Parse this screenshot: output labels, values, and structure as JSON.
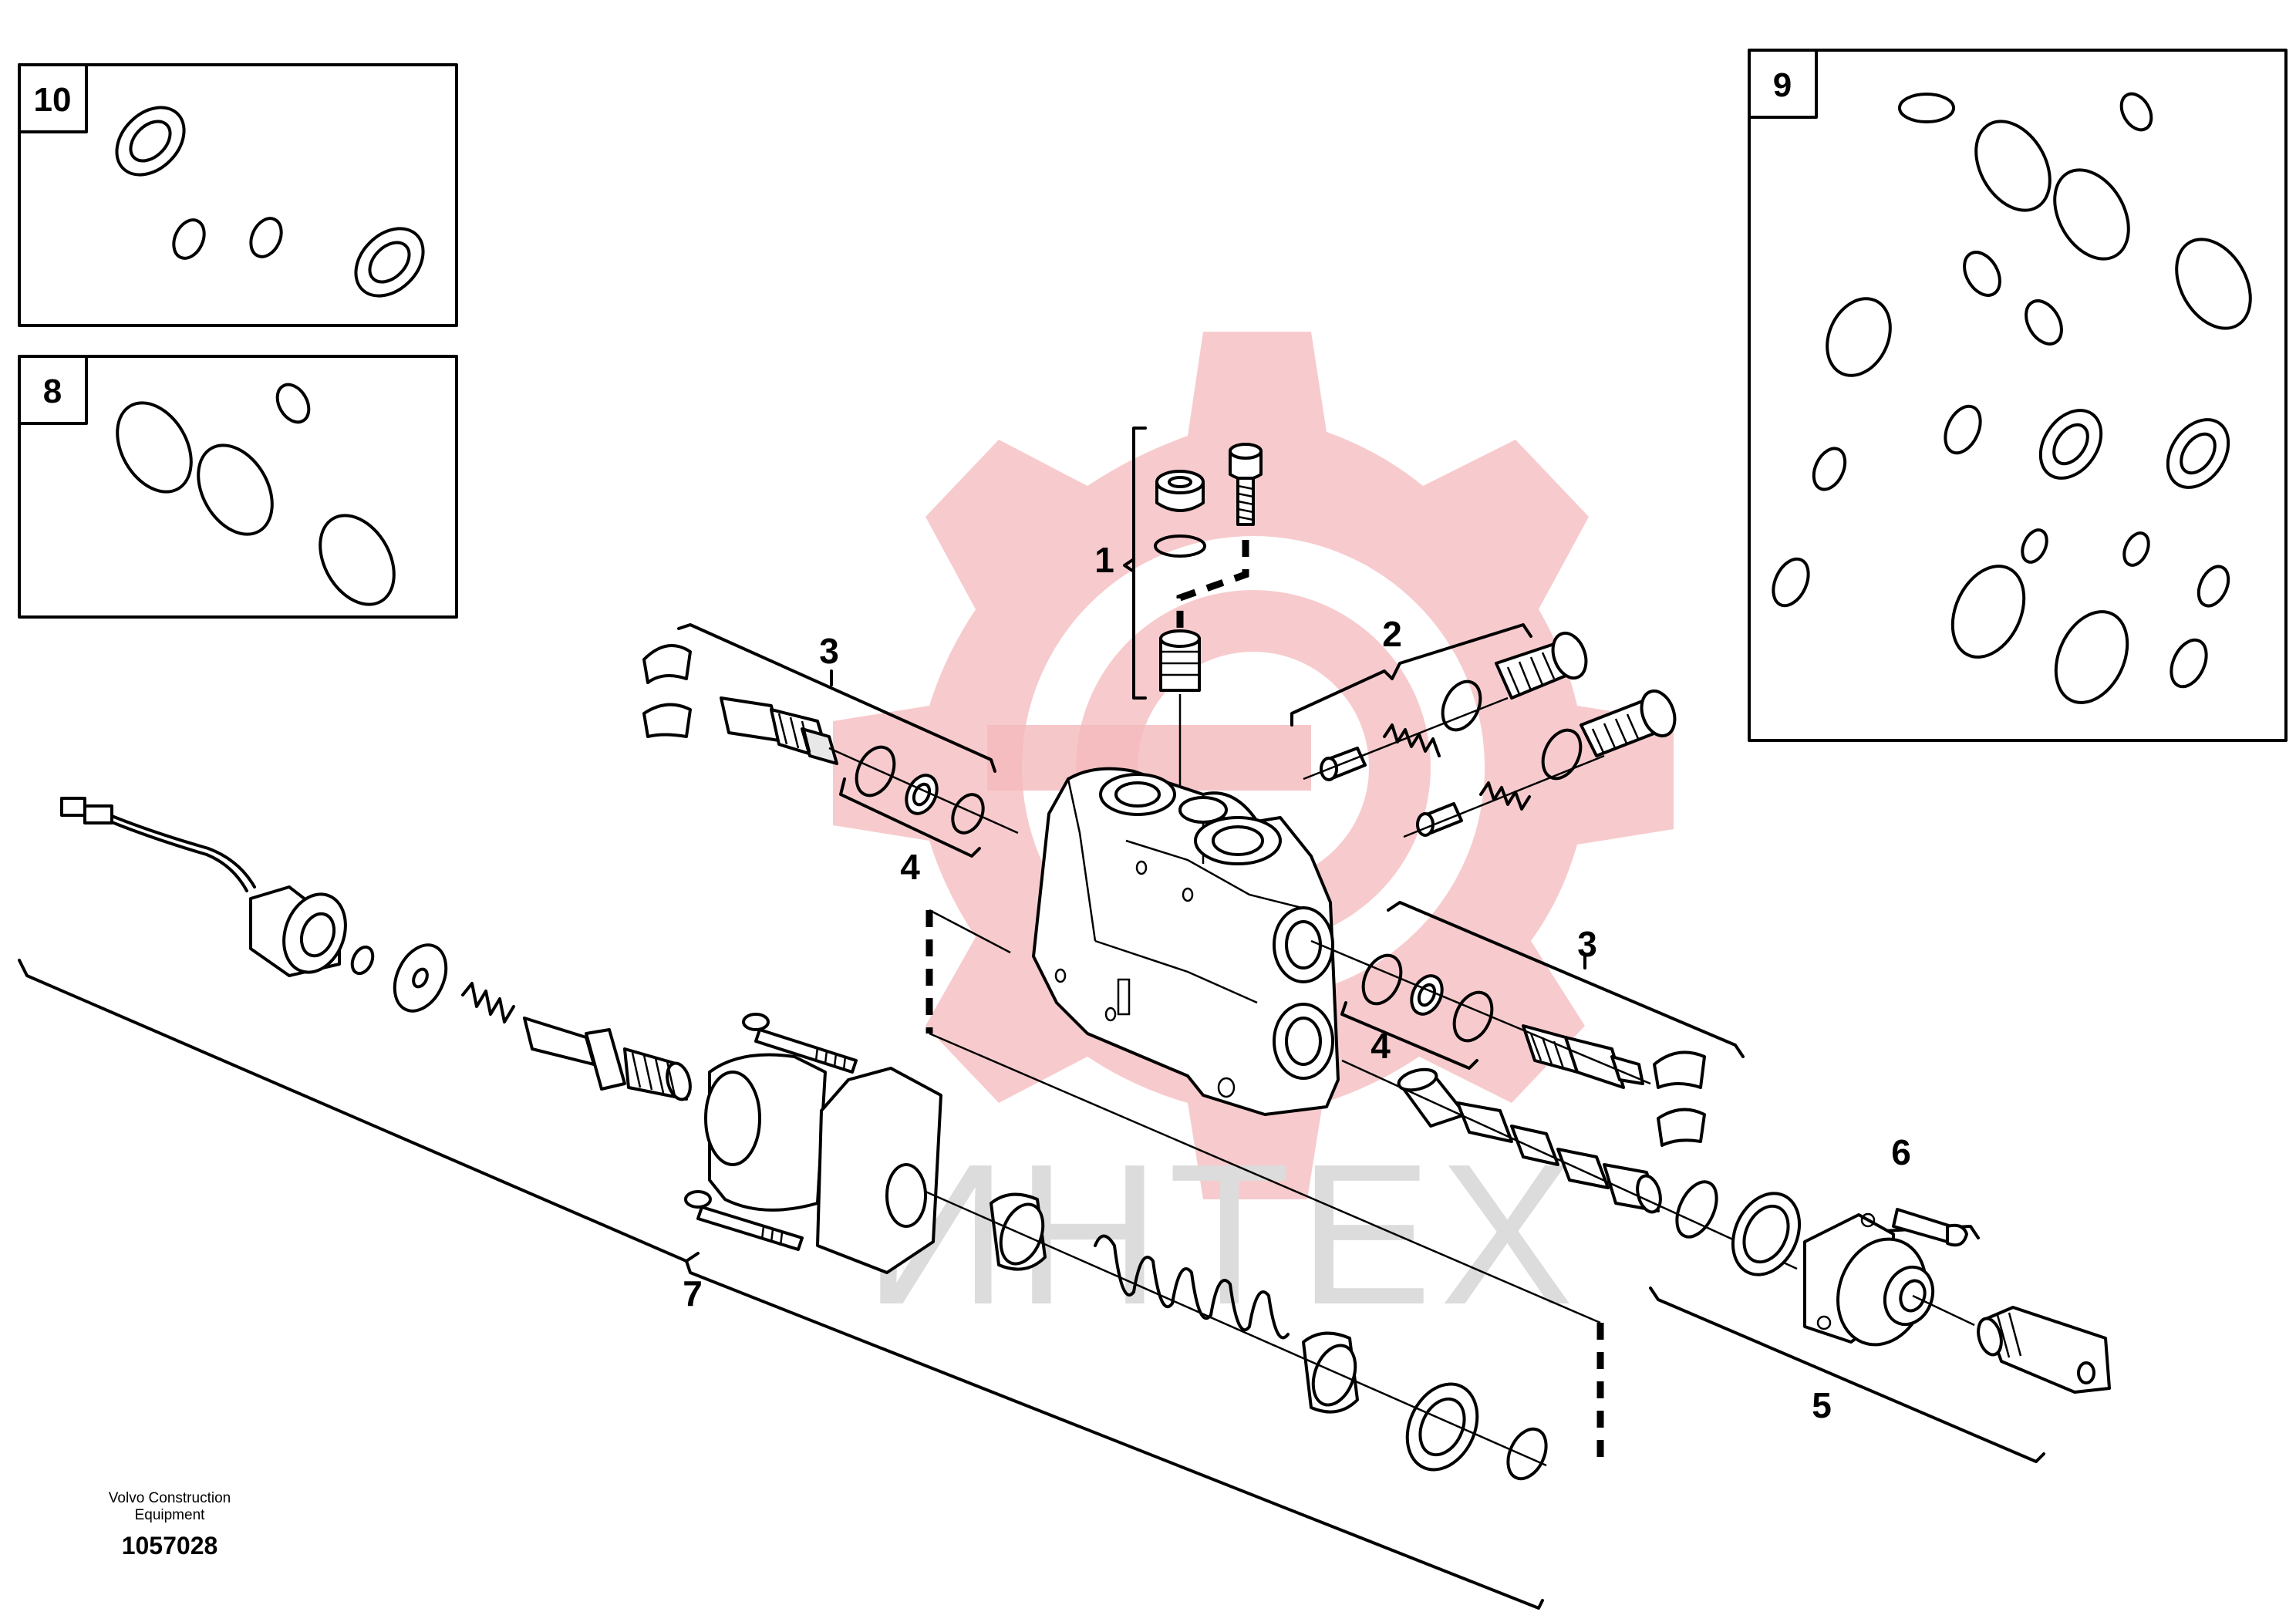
{
  "watermark": {
    "text": "ИНТЕХ",
    "gear_color": "#f4b9bc",
    "text_color": "#dcdcdc"
  },
  "inset_boxes": [
    {
      "id": "box-10",
      "label": "10"
    },
    {
      "id": "box-8",
      "label": "8"
    },
    {
      "id": "box-9",
      "label": "9"
    }
  ],
  "callouts": [
    {
      "id": "callout-1",
      "label": "1"
    },
    {
      "id": "callout-2",
      "label": "2"
    },
    {
      "id": "callout-3-top",
      "label": "3"
    },
    {
      "id": "callout-4-top",
      "label": "4"
    },
    {
      "id": "callout-3-right",
      "label": "3"
    },
    {
      "id": "callout-4-right",
      "label": "4"
    },
    {
      "id": "callout-5",
      "label": "5"
    },
    {
      "id": "callout-6",
      "label": "6"
    },
    {
      "id": "callout-7",
      "label": "7"
    }
  ],
  "footer": {
    "maker_line1": "Volvo Construction",
    "maker_line2": "Equipment",
    "drawing_number": "1057028"
  }
}
